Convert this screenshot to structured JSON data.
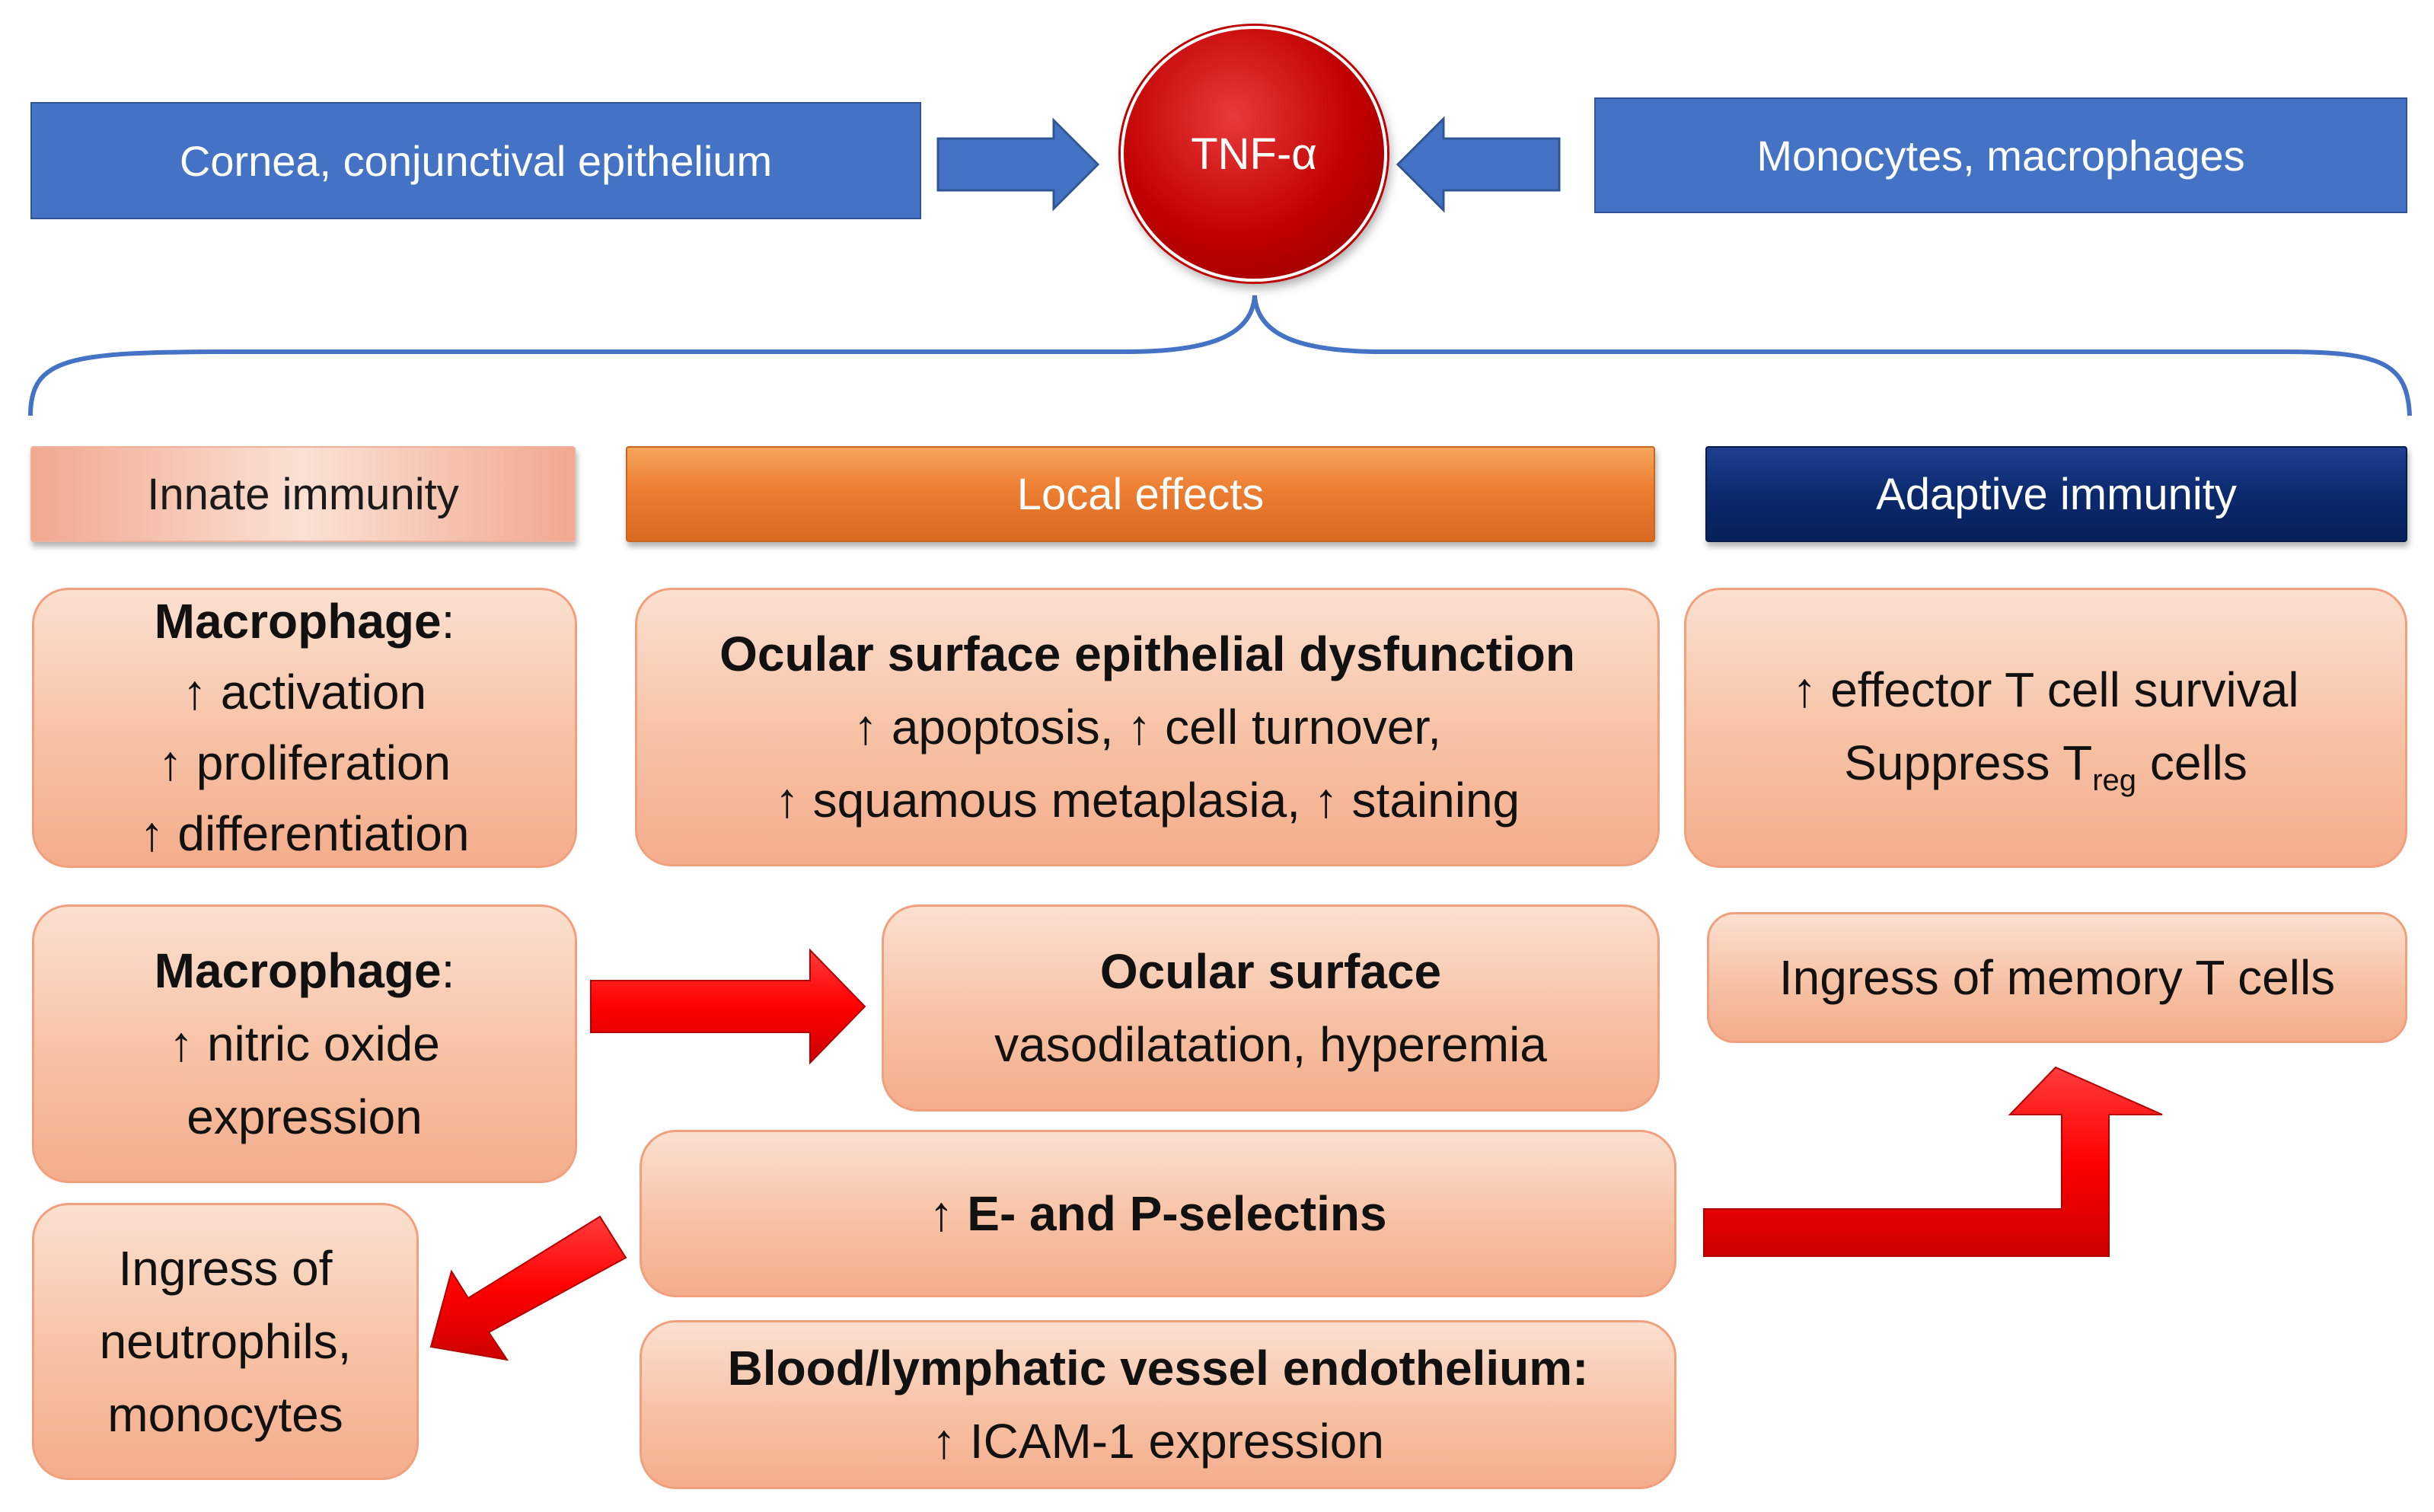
{
  "sources": {
    "left": "Cornea, conjunctival epithelium",
    "right": "Monocytes, macrophages"
  },
  "center": "TNF-α",
  "headers": {
    "innate": "Innate immunity",
    "local": "Local effects",
    "adaptive": "Adaptive immunity"
  },
  "innate": {
    "box1": {
      "title": "Macrophage",
      "colon": ":",
      "lines": [
        "↑ activation",
        "↑ proliferation",
        "↑ differentiation"
      ]
    },
    "box2": {
      "title": "Macrophage",
      "colon": ":",
      "lines": [
        "↑ nitric oxide",
        "expression"
      ]
    },
    "box3": {
      "lines": [
        "Ingress of",
        "neutrophils,",
        "monocytes"
      ]
    }
  },
  "local": {
    "epithelial": {
      "title": "Ocular surface epithelial dysfunction",
      "lines": [
        "↑ apoptosis, ↑ cell turnover,",
        "↑ squamous metaplasia, ↑ staining"
      ]
    },
    "vascular": {
      "title": "Ocular surface",
      "line": "vasodilatation, hyperemia"
    },
    "selectins": {
      "title": "↑ E- and P-selectins"
    },
    "endothelium": {
      "title": "Blood/lymphatic vessel endothelium:",
      "line": "↑ ICAM-1 expression"
    }
  },
  "adaptive": {
    "box1": {
      "line1": "↑ effector T cell survival",
      "line2_prefix": "Suppress T",
      "line2_sub": "reg",
      "line2_suffix": " cells"
    },
    "box2": {
      "line": "Ingress of memory T cells"
    }
  },
  "colors": {
    "blue_box": "#4472c4",
    "tnf_circle": "#c00000",
    "box_fill": "#f7c1a4",
    "local_header": "#ed7d31",
    "adaptive_header": "#0b2a6e",
    "red_arrow": "#ff0000",
    "brace": "#4472c4"
  }
}
